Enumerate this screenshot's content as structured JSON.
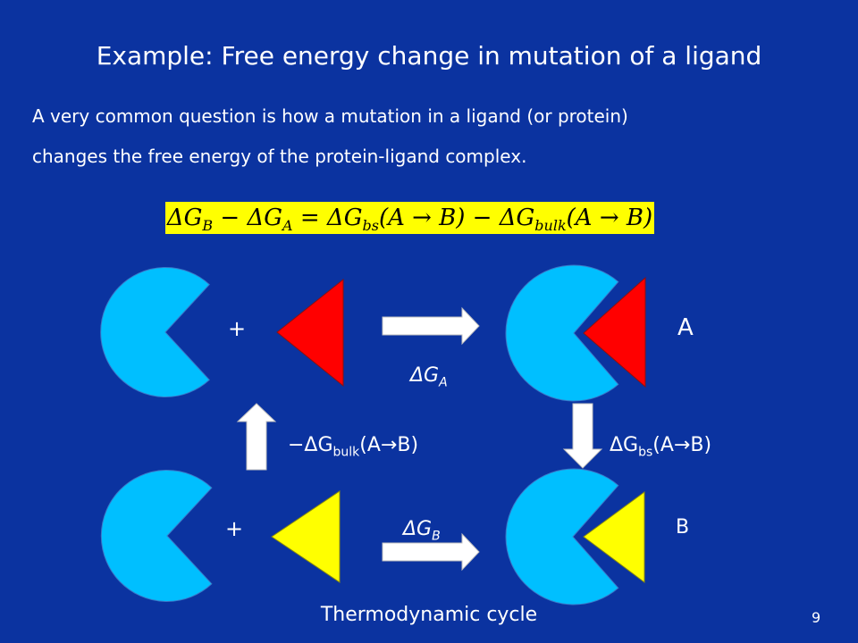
{
  "title": "Example: Free energy change in mutation of a ligand",
  "paragraph": {
    "line1": "A very common question is how a mutation in a ligand (or protein)",
    "line2": "changes the free energy of the protein-ligand complex."
  },
  "equation": {
    "t1": "ΔG",
    "s1": "B",
    "t2": " − ΔG",
    "s2": "A",
    "t3": " = ΔG",
    "s3": "bs",
    "t4": "(A → B) − ΔG",
    "s4": "bulk",
    "t5": "(A → B)"
  },
  "labels": {
    "plus_top": "+",
    "plus_bottom": "+",
    "state_a": "A",
    "state_b": "B",
    "dg_a_main": "ΔG",
    "dg_a_sub": "A",
    "dg_b_main": "ΔG",
    "dg_b_sub": "B",
    "bulk_main": "−ΔG",
    "bulk_sub": "bulk",
    "bulk_tail": "(A→B)",
    "bs_main": "ΔG",
    "bs_sub": "bs",
    "bs_tail": "(A→B)"
  },
  "footer": "Thermodynamic cycle",
  "page_number": "9",
  "colors": {
    "background": "#0b33a0",
    "protein": "#00bfff",
    "ligand_a": "#ff0000",
    "ligand_b": "#ffff00",
    "equation_bg": "#ffff00",
    "arrow": "#ffffff"
  }
}
